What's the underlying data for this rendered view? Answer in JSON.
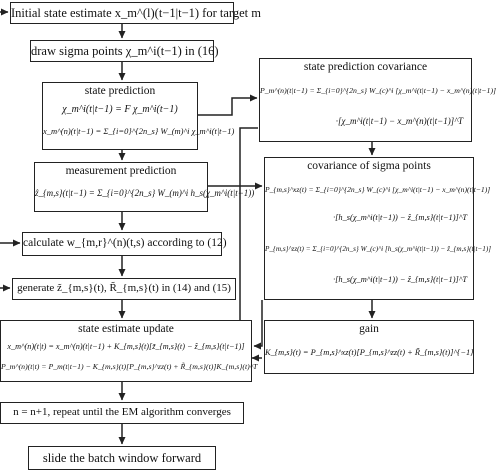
{
  "boxes": {
    "init": [
      "Initial state estimate x_m^(l)(t−1|t−1) for target m"
    ],
    "sigma": [
      "draw sigma points χ_m^i(t−1) in (16)"
    ],
    "state_pred": {
      "title": "state prediction",
      "lines": [
        "χ_m^i(t|t−1) = F χ_m^i(t−1)",
        "x_m^(n)(t|t−1) = Σ_{i=0}^{2n_s} W_(m)^i χ_m^i(t|t−1)"
      ]
    },
    "meas_pred": {
      "title": "measurement prediction",
      "lines": [
        "ẑ_{m,s}(t|t−1) = Σ_{i=0}^{2n_s} W_(m)^i h_s(χ_m^i(t|t−1))"
      ]
    },
    "calc": [
      "calculate w_{m,r}^(n)(t,s) according to (12)"
    ],
    "generate": [
      "generate z̃_{m,s}(t), R̃_{m,s}(t) in (14) and (15)"
    ],
    "update": {
      "title": "state estimate update",
      "lines": [
        "x_m^(n)(t|t) = x_m^(n)(t|t−1) + K_{m,s}(t)[z̃_{m,s}(t) − ẑ_{m,s}(t|t−1)]",
        "P_m^(n)(t|t) = P_m(t|t−1) − K_{m,s}(t)[P_{m,s}^zz(t) + R̃_{m,s}(t)]K_{m,s}(t)^T"
      ]
    },
    "repeat": [
      "n = n+1, repeat until the EM algorithm converges"
    ],
    "slide": [
      "slide the batch window forward"
    ],
    "cov_pred": {
      "title": "state prediction covariance",
      "lines": [
        "P_m^(n)(t|t−1) = Σ_{i=0}^{2n_s} W_(c)^i [χ_m^i(t|t−1) − x_m^(n)(t|t−1)]",
        "·[χ_m^i(t|t−1) − x_m^(n)(t|t−1)]^T"
      ]
    },
    "cov_sigma": {
      "title": "covariance of sigma points",
      "lines": [
        "P_{m,s}^xz(t) = Σ_{i=0}^{2n_s} W_(c)^i [χ_m^i(t|t−1) − x_m^(n)(t|t−1)]",
        "·[h_s(χ_m^i(t|t−1)) − ẑ_{m,s}(t|t−1)]^T",
        "P_{m,s}^zz(t) = Σ_{i=0}^{2n_s} W_(c)^i [h_s(χ_m^i(t|t−1)) − ẑ_{m,s}(t|t−1)]",
        "·[h_s(χ_m^i(t|t−1)) − ẑ_{m,s}(t|t−1)]^T"
      ]
    },
    "gain": {
      "title": "gain",
      "lines": [
        "K_{m,s}(t) = P_{m,s}^xz(t)[P_{m,s}^zz(t) + R̃_{m,s}(t)]^{−1}"
      ]
    }
  }
}
